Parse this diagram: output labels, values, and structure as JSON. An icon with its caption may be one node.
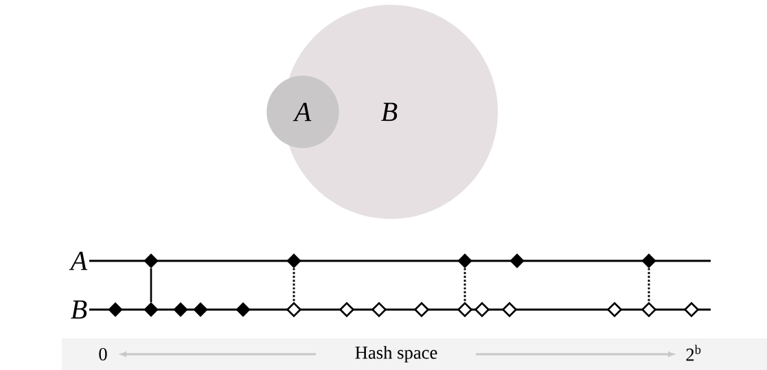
{
  "diagram": {
    "nodes": [
      {
        "text": [
          "A"
        ]
      },
      {
        "text": [
          "B"
        ]
      },
      {
        "text": [],
        "shape": "diamond"
      },
      {
        "text": [],
        "shape": "diamond"
      },
      {
        "text": [],
        "shape": "diamond"
      },
      {
        "text": [],
        "shape": "diamond"
      },
      {
        "text": [],
        "shape": "diamond"
      },
      {
        "text": [],
        "shape": "diamond"
      },
      {
        "text": [],
        "shape": "diamond"
      },
      {
        "text": [],
        "shape": "diamond"
      },
      {
        "text": [],
        "shape": "diamond"
      },
      {
        "text": [],
        "shape": "diamond"
      },
      {
        "text": [],
        "shape": "diamond"
      },
      {
        "text": [],
        "shape": "diamond"
      },
      {
        "text": [],
        "shape": "diamond"
      },
      {
        "text": [],
        "shape": "diamond"
      },
      {
        "text": [],
        "shape": "diamond"
      },
      {
        "text": [],
        "shape": "diamond"
      },
      {
        "text": [],
        "shape": "diamond"
      },
      {
        "text": [],
        "shape": "diamond"
      },
      {
        "text": [],
        "shape": "diamond"
      },
      {
        "text": [],
        "shape": "diamond"
      }
    ],
    "edges": [
      {
        "from": 2,
        "to": 8,
        "arrow": "none"
      },
      {
        "from": 3,
        "to": 12,
        "arrow": "none",
        "style": "dashed"
      },
      {
        "from": 4,
        "to": 16,
        "arrow": "none",
        "style": "dashed"
      },
      {
        "from": 6,
        "to": 20,
        "arrow": "none",
        "style": "dashed"
      }
    ],
    "labels": [
      "A",
      "B",
      "0",
      "Hash space",
      "2$^{b}$"
    ]
  }
}
